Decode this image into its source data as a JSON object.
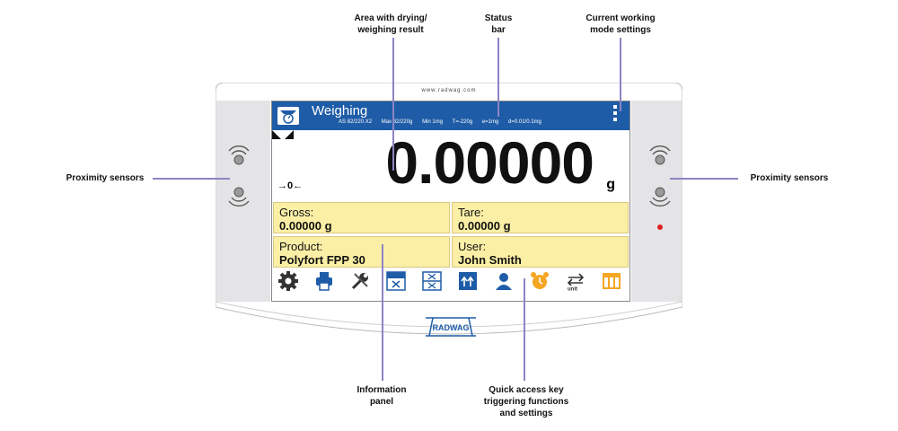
{
  "callouts": {
    "area": [
      "Area with drying/",
      "weighing result"
    ],
    "status_bar": [
      "Status",
      "bar"
    ],
    "working_mode": [
      "Current working",
      "mode settings"
    ],
    "proximity": "Proximity sensors",
    "info_panel": [
      "Information",
      "panel"
    ],
    "quick_keys": [
      "Quick access key",
      "triggering functions",
      "and settings"
    ]
  },
  "device": {
    "url": "www.radwag.com",
    "brand": "RADWAG"
  },
  "screen": {
    "title": "Weighing",
    "status": [
      "AS 82/220.X2",
      "Max 82/220g",
      "Min 1mg",
      "T=-220g",
      "e=1mg",
      "d=0.01/0.1mg"
    ],
    "result": "0.00000",
    "unit": "g",
    "zero_marker": "→0←",
    "info": {
      "gross_label": "Gross:",
      "gross_value": "0.00000 g",
      "tare_label": "Tare:",
      "tare_value": "0.00000 g",
      "product_label": "Product:",
      "product_value": "Polyfort FPP 30",
      "user_label": "User:",
      "user_value": "John Smith"
    },
    "keys": [
      "gear-icon",
      "printer-icon",
      "tools-icon",
      "grid-x-icon",
      "grid-x2-icon",
      "arrows-up-icon",
      "user-icon",
      "alarm-icon",
      "unit-icon",
      "database-icon"
    ]
  },
  "colors": {
    "header_blue": "#1e5ca7",
    "info_yellow": "#fbefa6",
    "leader_purple": "#8e84c4",
    "key_orange": "#f5a623",
    "led_red": "#e02020"
  }
}
